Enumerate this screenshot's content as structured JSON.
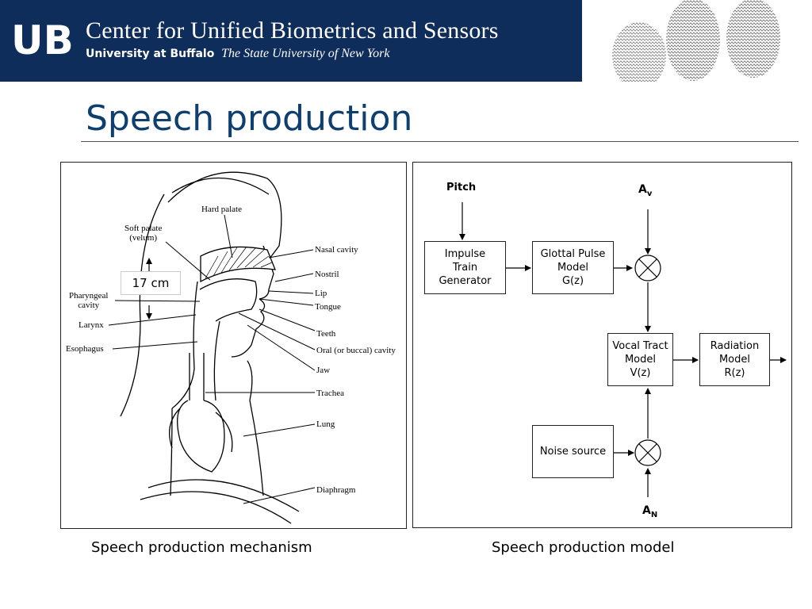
{
  "header": {
    "logo_text": "UB",
    "title": "Center for Unified Biometrics and Sensors",
    "university": "University at Buffalo",
    "state_university": "The State University of New York"
  },
  "slide": {
    "title": "Speech production"
  },
  "mechanism_figure": {
    "labels": {
      "hard_palate": "Hard palate",
      "soft_palate": "Soft palate\n(velum)",
      "nasal_cavity": "Nasal cavity",
      "nostril": "Nostril",
      "lip": "Lip",
      "tongue": "Tongue",
      "pharyngeal": "Pharyngeal\ncavity",
      "larynx": "Larynx",
      "esophagus": "Esophagus",
      "teeth": "Teeth",
      "oral": "Oral (or buccal) cavity",
      "jaw": "Jaw",
      "trachea": "Trachea",
      "lung": "Lung",
      "diaphragm": "Diaphragm"
    },
    "measurement": "17 cm",
    "caption": "Speech production mechanism"
  },
  "model_figure": {
    "pitch_label": "Pitch",
    "av_label": "A",
    "av_sub": "v",
    "an_label": "A",
    "an_sub": "N",
    "blocks": {
      "impulse": "Impulse\nTrain\nGenerator",
      "glottal": "Glottal Pulse\nModel\nG(z)",
      "vocal": "Vocal Tract\nModel\nV(z)",
      "radiation": "Radiation\nModel\nR(z)",
      "noise": "Noise source"
    },
    "caption": "Speech production model"
  },
  "colors": {
    "banner": "#0f2d5a",
    "title": "#0f3f6e"
  }
}
